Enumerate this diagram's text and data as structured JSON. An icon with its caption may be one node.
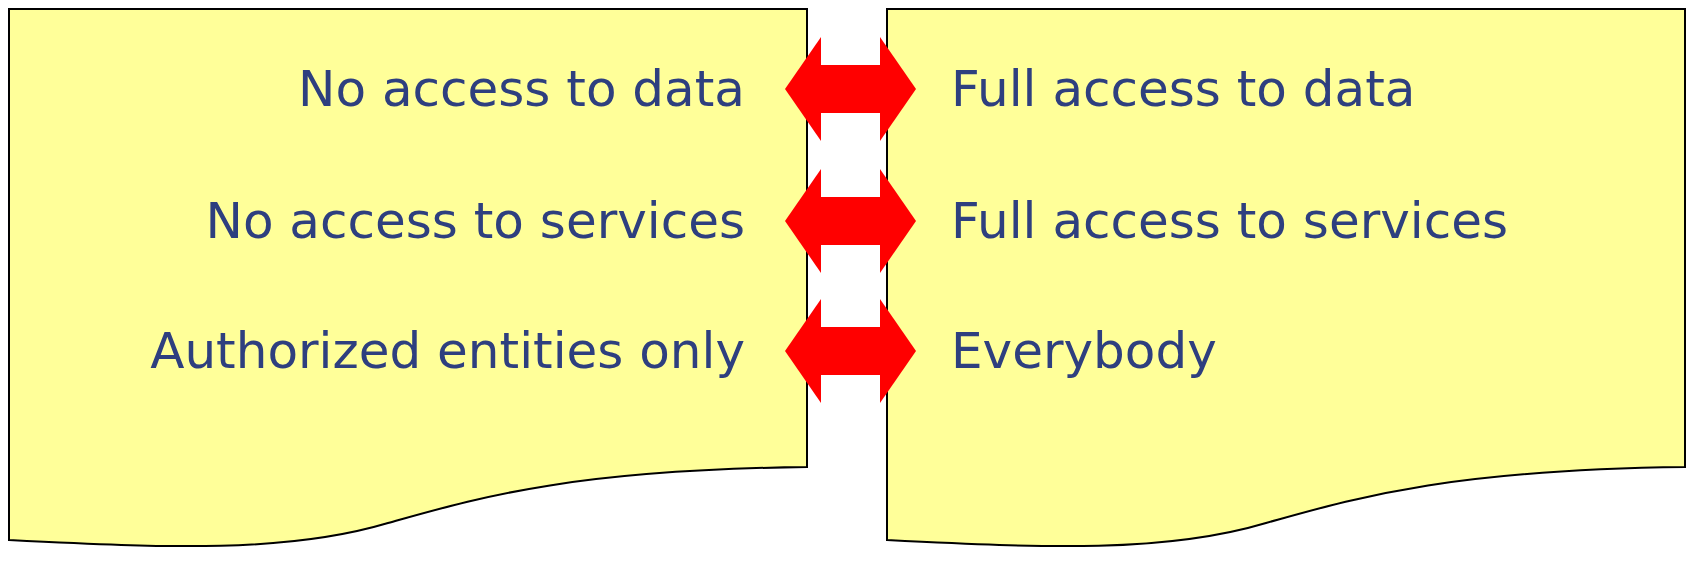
{
  "diagram": {
    "nodes": [
      {
        "text": [],
        "shape": "document"
      },
      {
        "text": [
          "No access to data"
        ],
        "in": 0
      },
      {
        "text": [
          "No access to services"
        ],
        "in": 0
      },
      {
        "text": [
          "Authorized entities only"
        ],
        "in": 0
      },
      {
        "text": [],
        "shape": "document"
      },
      {
        "text": [
          "Full access to data"
        ],
        "in": 4
      },
      {
        "text": [
          "Full access to services"
        ],
        "in": 4
      },
      {
        "text": [
          "Everybody"
        ],
        "in": 4
      }
    ],
    "edges": [
      {
        "from": 1,
        "to": 5,
        "arrow": "both",
        "color": "#ff0000"
      },
      {
        "from": 2,
        "to": 6,
        "arrow": "both",
        "color": "#ff0000"
      },
      {
        "from": 3,
        "to": 7,
        "arrow": "both",
        "color": "#ff0000"
      }
    ]
  }
}
